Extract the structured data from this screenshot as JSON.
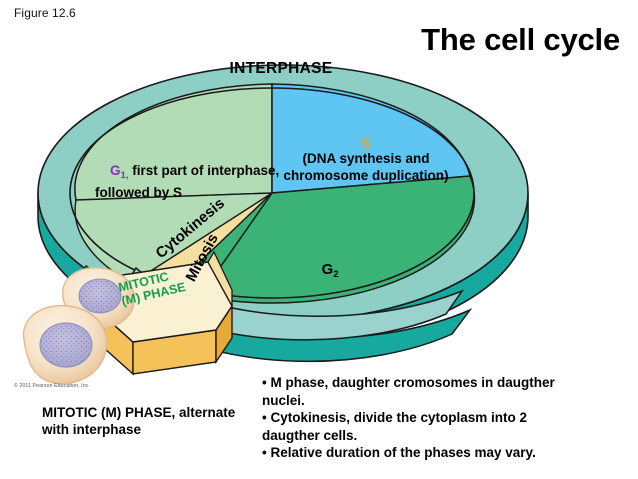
{
  "figure": {
    "label": "Figure 12.6"
  },
  "header": {
    "title": "The cell cycle"
  },
  "diagram": {
    "interphase_label": "INTERPHASE",
    "g1": {
      "symbol": "G",
      "subscript": "1,",
      "text": " first part of interphase,\nfollowed by S"
    },
    "s": {
      "symbol": "S",
      "text": "(DNA synthesis and\nchromosome duplication)"
    },
    "g2": {
      "symbol": "G",
      "subscript": "2"
    },
    "cytokinesis_label": "Cytokinesis",
    "mitosis_label": "Mitosis",
    "mitotic_phase_label": "MITOTIC\n(M) PHASE",
    "colors": {
      "outer_ring": "#8ecfc5",
      "outer_ring_side": "#17a9a0",
      "g1_wedge": "#b2dcb5",
      "s_wedge": "#5fc5f2",
      "g2_wedge": "#3cb376",
      "cytokinesis_wedge": "#f5dfa0",
      "mitosis_wedge": "#3cb376",
      "mitotic_arrow": "#faf0d2",
      "mitotic_arrow_side": "#f5c159",
      "cell_body": "#f6dfc2",
      "cell_nucleus": "#b6b4d8",
      "outline": "#1a1a1a"
    }
  },
  "copyright": "© 2011 Pearson Education, Inc.",
  "captions": {
    "left": "MITOTIC (M) PHASE, alternate\nwith interphase",
    "bullets": [
      "M phase, daughter cromosomes in daugther nuclei.",
      "Cytokinesis, divide the cytoplasm into 2 daugther cells.",
      "Relative duration of the phases may vary."
    ],
    "bullet_lines": [
      "•  M phase, daughter cromosomes in daugther",
      "nuclei.",
      "•  Cytokinesis, divide the cytoplasm into 2",
      "daugther cells.",
      "•  Relative duration of the phases may vary."
    ]
  }
}
